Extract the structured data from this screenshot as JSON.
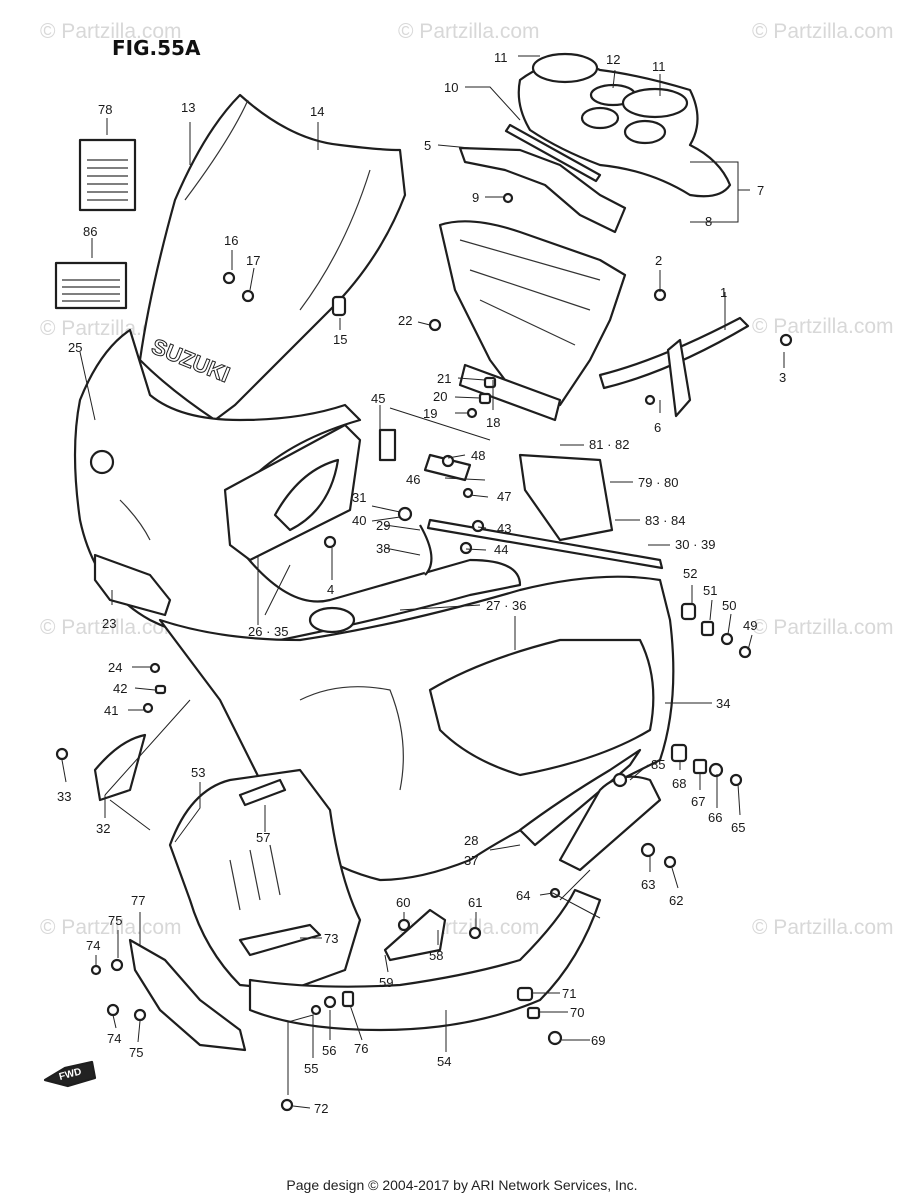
{
  "figure_title": "FIG.55A",
  "watermark": "© Partzilla.com",
  "fwd_label": "FWD",
  "brand_text": "SUZUKI",
  "footer": "Page design © 2004-2017 by ARI Network Services, Inc.",
  "callouts": [
    "11",
    "12",
    "11",
    "10",
    "5",
    "9",
    "7",
    "8",
    "2",
    "1",
    "3",
    "6",
    "13",
    "14",
    "78",
    "86",
    "16",
    "17",
    "15",
    "25",
    "22",
    "21",
    "20",
    "19",
    "18",
    "81 · 82",
    "79 · 80",
    "83 · 84",
    "30 · 39",
    "45",
    "48",
    "46",
    "47",
    "31",
    "40",
    "29",
    "38",
    "43",
    "44",
    "4",
    "23",
    "26 · 35",
    "27 · 36",
    "24",
    "42",
    "41",
    "33",
    "32",
    "52",
    "51",
    "50",
    "49",
    "34",
    "85",
    "68",
    "67",
    "66",
    "65",
    "53",
    "57",
    "28",
    "37",
    "64",
    "63",
    "62",
    "77",
    "75",
    "74",
    "60",
    "61",
    "73",
    "58",
    "59",
    "71",
    "70",
    "69",
    "74",
    "75",
    "56",
    "76",
    "55",
    "54",
    "72"
  ]
}
